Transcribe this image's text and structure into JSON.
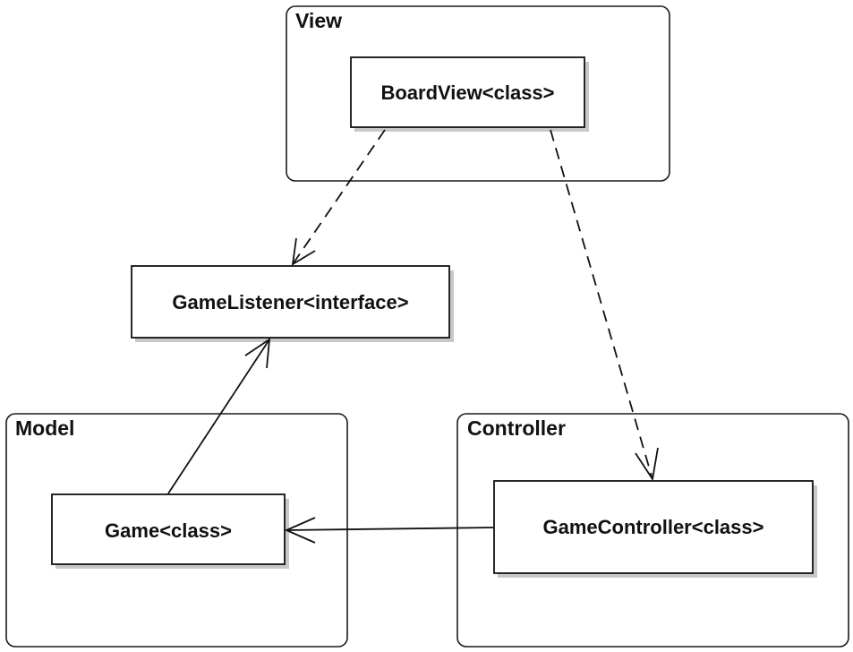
{
  "packages": {
    "view": {
      "title": "View"
    },
    "model": {
      "title": "Model"
    },
    "controller": {
      "title": "Controller"
    }
  },
  "classes": {
    "board_view": {
      "label": "BoardView<class>"
    },
    "game_listener": {
      "label": "GameListener<interface>"
    },
    "game": {
      "label": "Game<class>"
    },
    "game_controller": {
      "label": "GameController<class>"
    }
  },
  "relationships": [
    {
      "from": "BoardView<class>",
      "to": "GameListener<interface>",
      "style": "dashed",
      "arrow": "open"
    },
    {
      "from": "BoardView<class>",
      "to": "GameController<class>",
      "style": "dashed",
      "arrow": "open"
    },
    {
      "from": "Game<class>",
      "to": "GameListener<interface>",
      "style": "solid",
      "arrow": "open"
    },
    {
      "from": "GameController<class>",
      "to": "Game<class>",
      "style": "solid",
      "arrow": "open"
    }
  ]
}
